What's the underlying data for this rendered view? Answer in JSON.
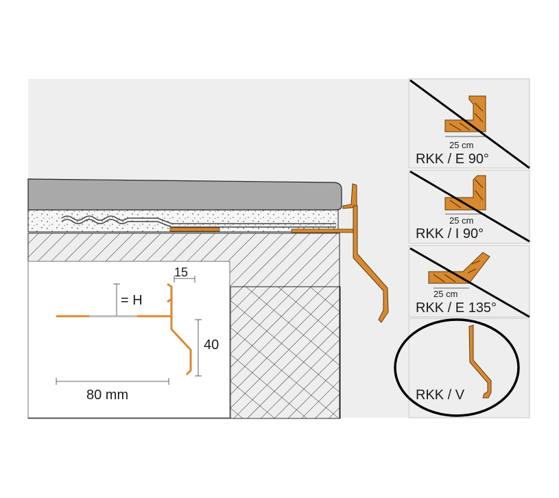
{
  "detail": {
    "dim_top": "15",
    "dim_height": "= H",
    "dim_side": "40",
    "dim_length": "80 mm"
  },
  "variants": [
    {
      "name": "RKK / E 90°",
      "measure": "25 cm",
      "crossed_out": true
    },
    {
      "name": "RKK / I 90°",
      "measure": "25 cm",
      "crossed_out": true
    },
    {
      "name": "RKK / E 135°",
      "measure": "25 cm",
      "crossed_out": true
    },
    {
      "name": "RKK / V",
      "measure": "",
      "crossed_out": false,
      "circled": true
    }
  ],
  "colors": {
    "profile": "#d9892f",
    "profile_outline": "#5a3a10",
    "tile": "#a9a9a9",
    "panel_bg": "#eeeeee",
    "crossout": "#000000"
  }
}
